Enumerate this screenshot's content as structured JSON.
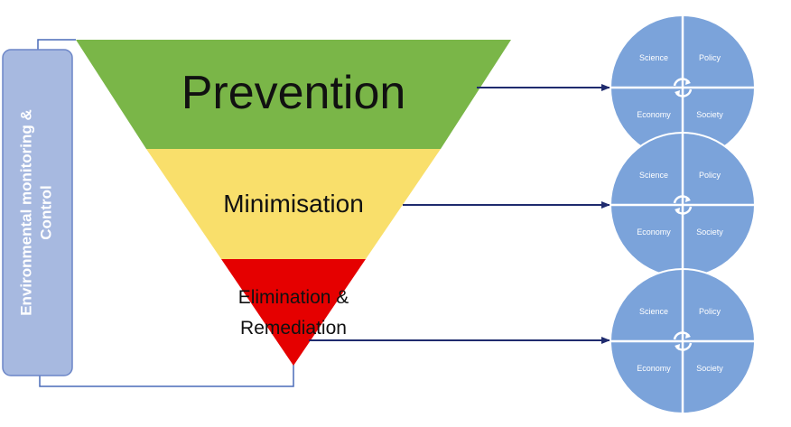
{
  "side_box": {
    "line1": "Environmental monitoring &",
    "line2": "Control"
  },
  "tiers": [
    {
      "label": "Prevention",
      "color": "#7ab648"
    },
    {
      "label": "Minimisation",
      "color": "#f9df6b"
    },
    {
      "label_line1": "Elimination &",
      "label_line2": "Remediation",
      "color": "#e50000"
    }
  ],
  "circle_quadrants": {
    "top_left": "Science",
    "top_right": "Policy",
    "bottom_left": "Economy",
    "bottom_right": "Society"
  },
  "colors": {
    "side_box": "#a7b9e0",
    "side_box_border": "#6c86c7",
    "circle_fill": "#7ba3da",
    "arrow": "#1f2b6e",
    "bracket": "#4a6cb8"
  },
  "icons": {
    "cycle": "cycle-arrows-icon"
  }
}
